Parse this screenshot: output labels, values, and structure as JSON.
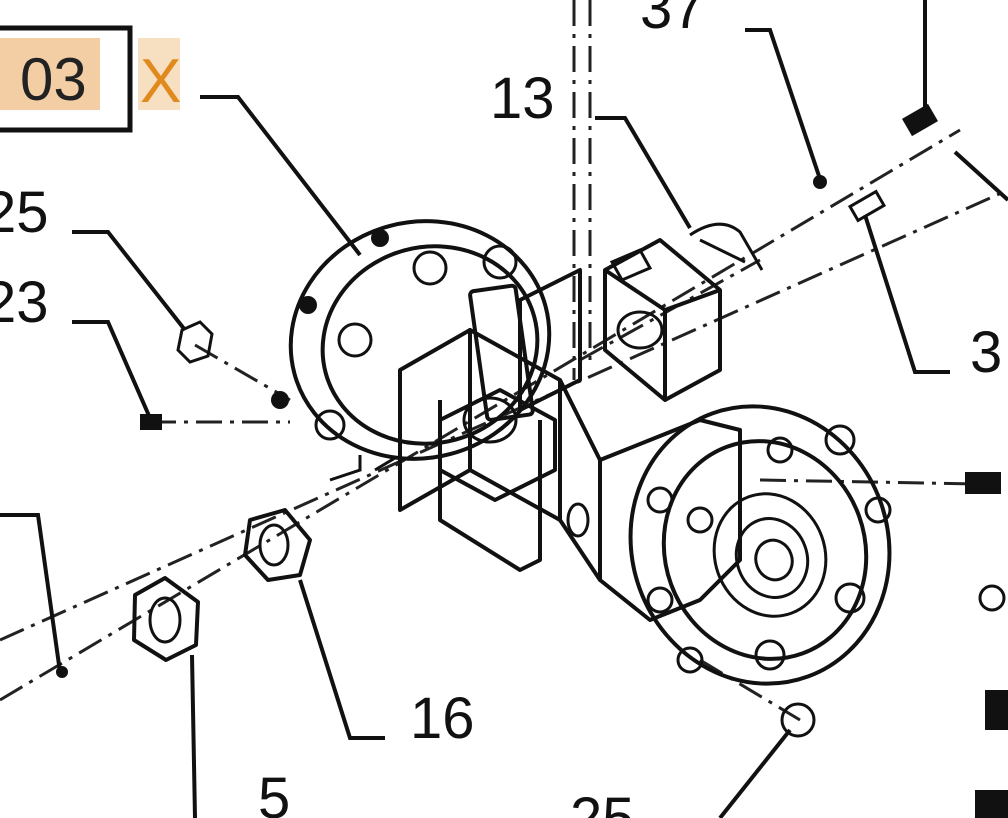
{
  "header_box": {
    "value": "03",
    "mark": "X",
    "highlight_color": "#f2c99a",
    "mark_color": "#e08a1e"
  },
  "callouts": {
    "c37": "37",
    "c13": "13",
    "c25_left": "25",
    "c23": "23",
    "c3_right": "3",
    "c16": "16",
    "c5": "5",
    "c25_bottom": "25"
  },
  "colors": {
    "line": "#111111",
    "background": "#ffffff"
  }
}
